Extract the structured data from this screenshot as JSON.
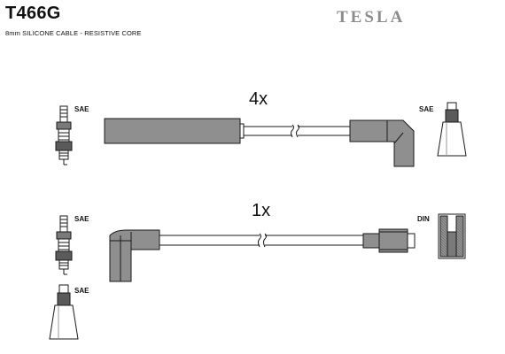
{
  "header": {
    "part_number": "T466G",
    "description": "8mm SILICONE CABLE - RESISTIVE CORE",
    "brand": "TESLA"
  },
  "lead_sets": [
    {
      "quantity": "4x",
      "engine_end": "SAE",
      "distributor_end": "SAE"
    },
    {
      "quantity": "1x",
      "engine_end": "SAE",
      "distributor_end": "DIN"
    }
  ],
  "extra_terminal": "SAE",
  "colors": {
    "boot_fill": "#8f8f8f",
    "line": "#1a1a1a",
    "brand_gray": "#8c8c8c"
  }
}
